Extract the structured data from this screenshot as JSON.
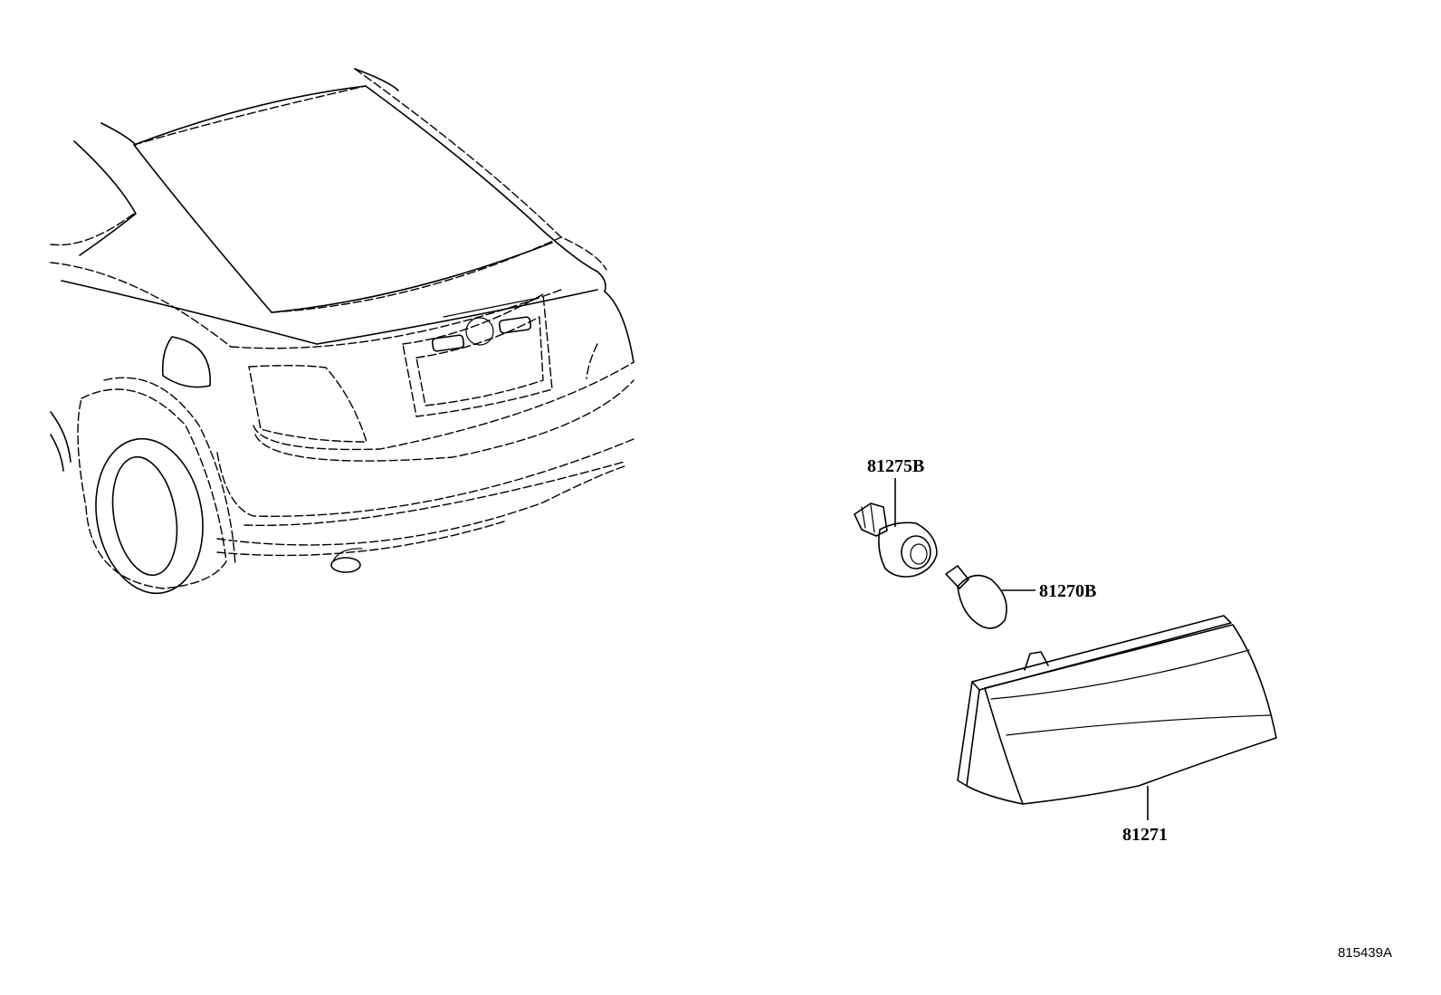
{
  "diagram_id": "815439A",
  "parts": [
    {
      "number": "81275B"
    },
    {
      "number": "81270B"
    },
    {
      "number": "81271"
    }
  ]
}
